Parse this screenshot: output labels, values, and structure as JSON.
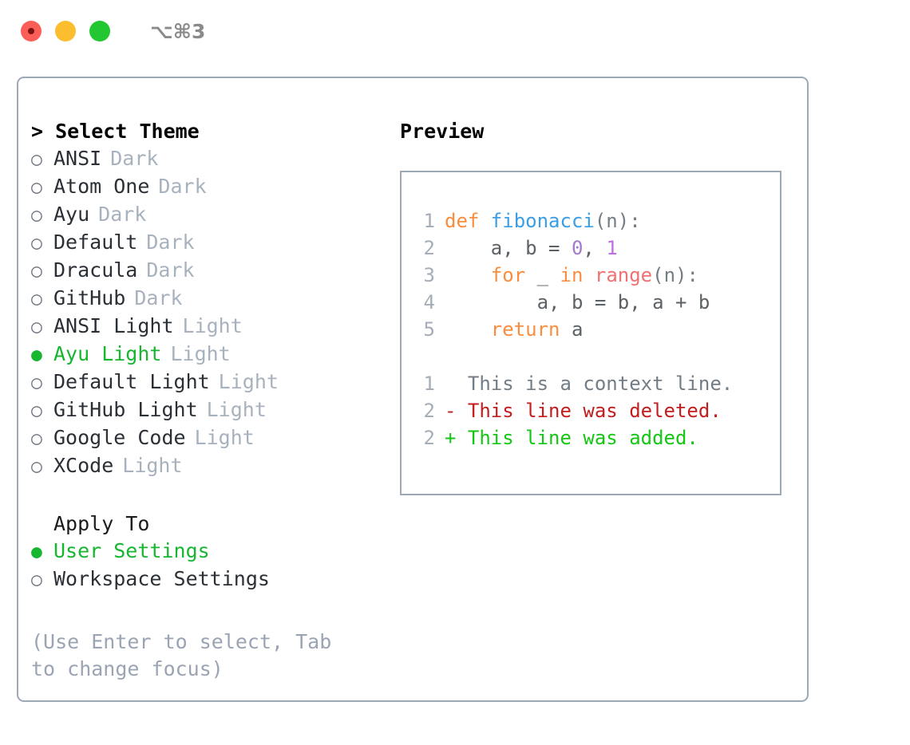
{
  "titlebar": {
    "shortcut": "⌥⌘3",
    "buttons": [
      "close",
      "minimize",
      "maximize"
    ]
  },
  "theme_list": {
    "header": "> Select Theme",
    "items": [
      {
        "bullet": "○",
        "label": "ANSI",
        "variant": "Dark",
        "selected": false
      },
      {
        "bullet": "○",
        "label": "Atom One",
        "variant": "Dark",
        "selected": false
      },
      {
        "bullet": "○",
        "label": "Ayu",
        "variant": "Dark",
        "selected": false
      },
      {
        "bullet": "○",
        "label": "Default",
        "variant": "Dark",
        "selected": false
      },
      {
        "bullet": "○",
        "label": "Dracula",
        "variant": "Dark",
        "selected": false
      },
      {
        "bullet": "○",
        "label": "GitHub",
        "variant": "Dark",
        "selected": false
      },
      {
        "bullet": "○",
        "label": "ANSI Light",
        "variant": "Light",
        "selected": false
      },
      {
        "bullet": "●",
        "label": "Ayu Light",
        "variant": "Light",
        "selected": true
      },
      {
        "bullet": "○",
        "label": "Default Light",
        "variant": "Light",
        "selected": false
      },
      {
        "bullet": "○",
        "label": "GitHub Light",
        "variant": "Light",
        "selected": false
      },
      {
        "bullet": "○",
        "label": "Google Code",
        "variant": "Light",
        "selected": false
      },
      {
        "bullet": "○",
        "label": "XCode",
        "variant": "Light",
        "selected": false
      }
    ]
  },
  "apply_to": {
    "header": "Apply To",
    "items": [
      {
        "bullet": "●",
        "label": "User Settings",
        "selected": true
      },
      {
        "bullet": "○",
        "label": "Workspace Settings",
        "selected": false
      }
    ]
  },
  "hint": "(Use Enter to select, Tab to change focus)",
  "preview": {
    "title": "Preview",
    "code_lines": [
      {
        "no": "1",
        "tokens": [
          {
            "t": "def ",
            "c": "kw"
          },
          {
            "t": "fibonacci",
            "c": "fn"
          },
          {
            "t": "(n):",
            "c": "punct"
          }
        ]
      },
      {
        "no": "2",
        "tokens": [
          {
            "t": "    a, b = ",
            "c": "var"
          },
          {
            "t": "0",
            "c": "num"
          },
          {
            "t": ", ",
            "c": "var"
          },
          {
            "t": "1",
            "c": "num2"
          }
        ]
      },
      {
        "no": "3",
        "tokens": [
          {
            "t": "    ",
            "c": "var"
          },
          {
            "t": "for",
            "c": "kw"
          },
          {
            "t": " _ ",
            "c": "var"
          },
          {
            "t": "in",
            "c": "kw"
          },
          {
            "t": " ",
            "c": "var"
          },
          {
            "t": "range",
            "c": "call"
          },
          {
            "t": "(n):",
            "c": "punct"
          }
        ]
      },
      {
        "no": "4",
        "tokens": [
          {
            "t": "        a, b = b, a + b",
            "c": "var"
          }
        ]
      },
      {
        "no": "5",
        "tokens": [
          {
            "t": "    ",
            "c": "var"
          },
          {
            "t": "return",
            "c": "kw"
          },
          {
            "t": " a",
            "c": "var"
          }
        ]
      }
    ],
    "diff_lines": [
      {
        "no": "1",
        "marker": "  ",
        "text": "This is a context line.",
        "kind": "ctx"
      },
      {
        "no": "2",
        "marker": "- ",
        "text": "This line was deleted.",
        "kind": "del"
      },
      {
        "no": "2",
        "marker": "+ ",
        "text": "This line was added.",
        "kind": "add"
      }
    ]
  },
  "colors": {
    "selected_green": "#16b631",
    "border": "#9ea9b6",
    "muted": "#a8b2be",
    "hint": "#9aa4b2",
    "kw_orange": "#fa8d3e",
    "fn_blue": "#3a9ee6",
    "call_red": "#f07171",
    "num_purple": "#a37acc",
    "diff_del": "#c31d1d",
    "diff_add": "#15c715"
  }
}
